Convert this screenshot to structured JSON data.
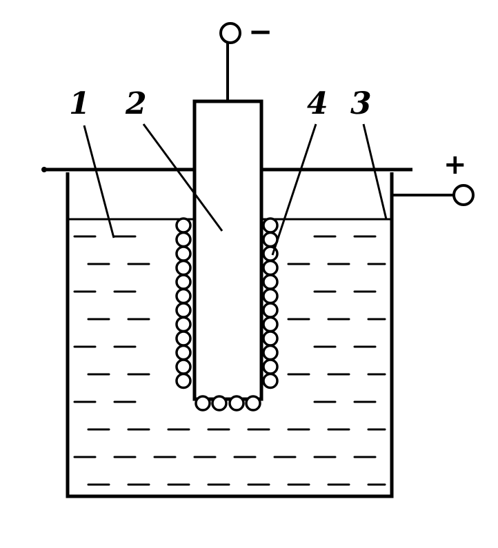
{
  "labels": {
    "electrolyte": "1",
    "cathode": "2",
    "anode_vessel": "3",
    "deposit": "4"
  },
  "terminals": {
    "negative": "−",
    "positive": "+"
  },
  "colors": {
    "ink": "#000000",
    "background": "#ffffff"
  }
}
